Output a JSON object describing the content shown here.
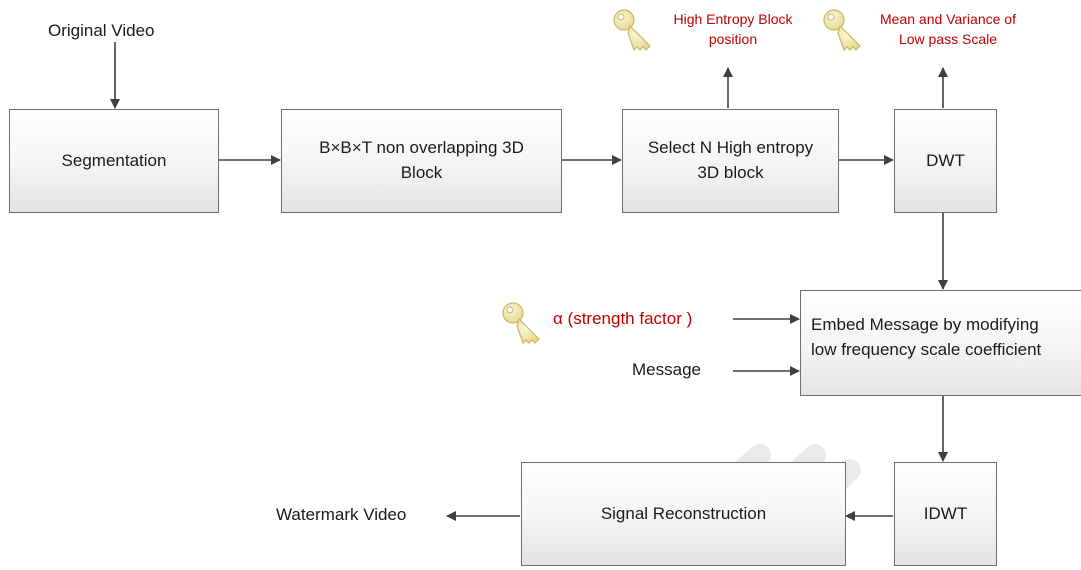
{
  "colors": {
    "key_label": "#c00000",
    "text": "#1a1a1a",
    "arrow": "#404040",
    "box_border": "#6f6f6f",
    "key_icon": "#f2e7a8",
    "watermark": "#d9d9d9"
  },
  "icons": [
    "key-icon",
    "arrow-icon"
  ],
  "inputs": {
    "original_video": "Original Video",
    "alpha": "α (strength factor )",
    "message": "Message"
  },
  "outputs": {
    "watermark_video": "Watermark Video"
  },
  "keys": {
    "entropy_position": [
      "High Entropy Block",
      "position"
    ],
    "mean_variance": [
      "Mean and Variance of",
      "Low pass Scale"
    ]
  },
  "blocks": {
    "segmentation": [
      "Segmentation"
    ],
    "non_overlapping": [
      "B×B×T non overlapping 3D",
      "Block"
    ],
    "select_entropy": [
      "Select N High entropy",
      "3D block"
    ],
    "dwt": [
      "DWT"
    ],
    "embed": [
      "Embed Message by modifying",
      "low frequency scale coefficient"
    ],
    "idwt": [
      "IDWT"
    ],
    "reconstruction": [
      "Signal Reconstruction"
    ]
  }
}
